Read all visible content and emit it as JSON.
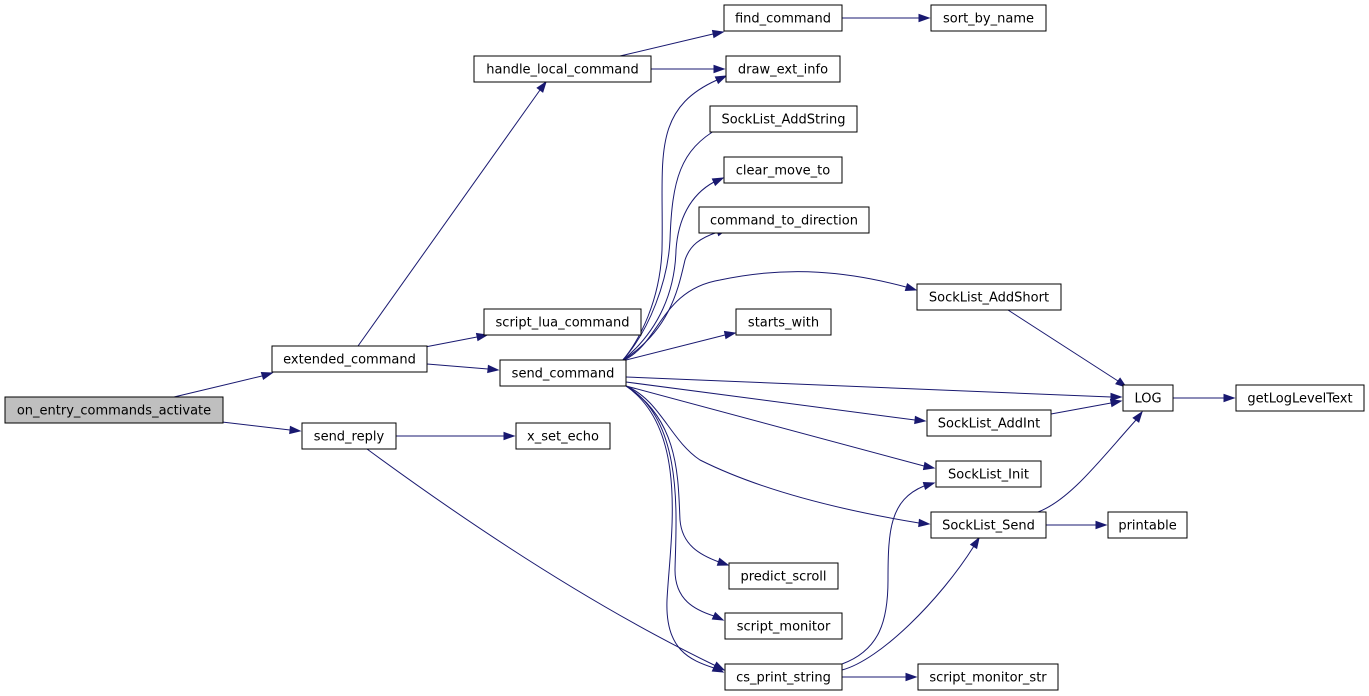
{
  "diagram": {
    "colors": {
      "edge": "#191970",
      "root_fill": "#bfbfbf",
      "node_fill": "#ffffff",
      "node_border": "#000000"
    },
    "nodes": {
      "on_entry_commands_activate": "on_entry_commands_activate",
      "extended_command": "extended_command",
      "send_reply": "send_reply",
      "handle_local_command": "handle_local_command",
      "script_lua_command": "script_lua_command",
      "send_command": "send_command",
      "x_set_echo": "x_set_echo",
      "find_command": "find_command",
      "sort_by_name": "sort_by_name",
      "draw_ext_info": "draw_ext_info",
      "SockList_AddString": "SockList_AddString",
      "clear_move_to": "clear_move_to",
      "command_to_direction": "command_to_direction",
      "SockList_AddShort": "SockList_AddShort",
      "starts_with": "starts_with",
      "LOG": "LOG",
      "getLogLevelText": "getLogLevelText",
      "SockList_AddInt": "SockList_AddInt",
      "SockList_Init": "SockList_Init",
      "SockList_Send": "SockList_Send",
      "printable": "printable",
      "predict_scroll": "predict_scroll",
      "script_monitor": "script_monitor",
      "cs_print_string": "cs_print_string",
      "script_monitor_str": "script_monitor_str"
    }
  }
}
